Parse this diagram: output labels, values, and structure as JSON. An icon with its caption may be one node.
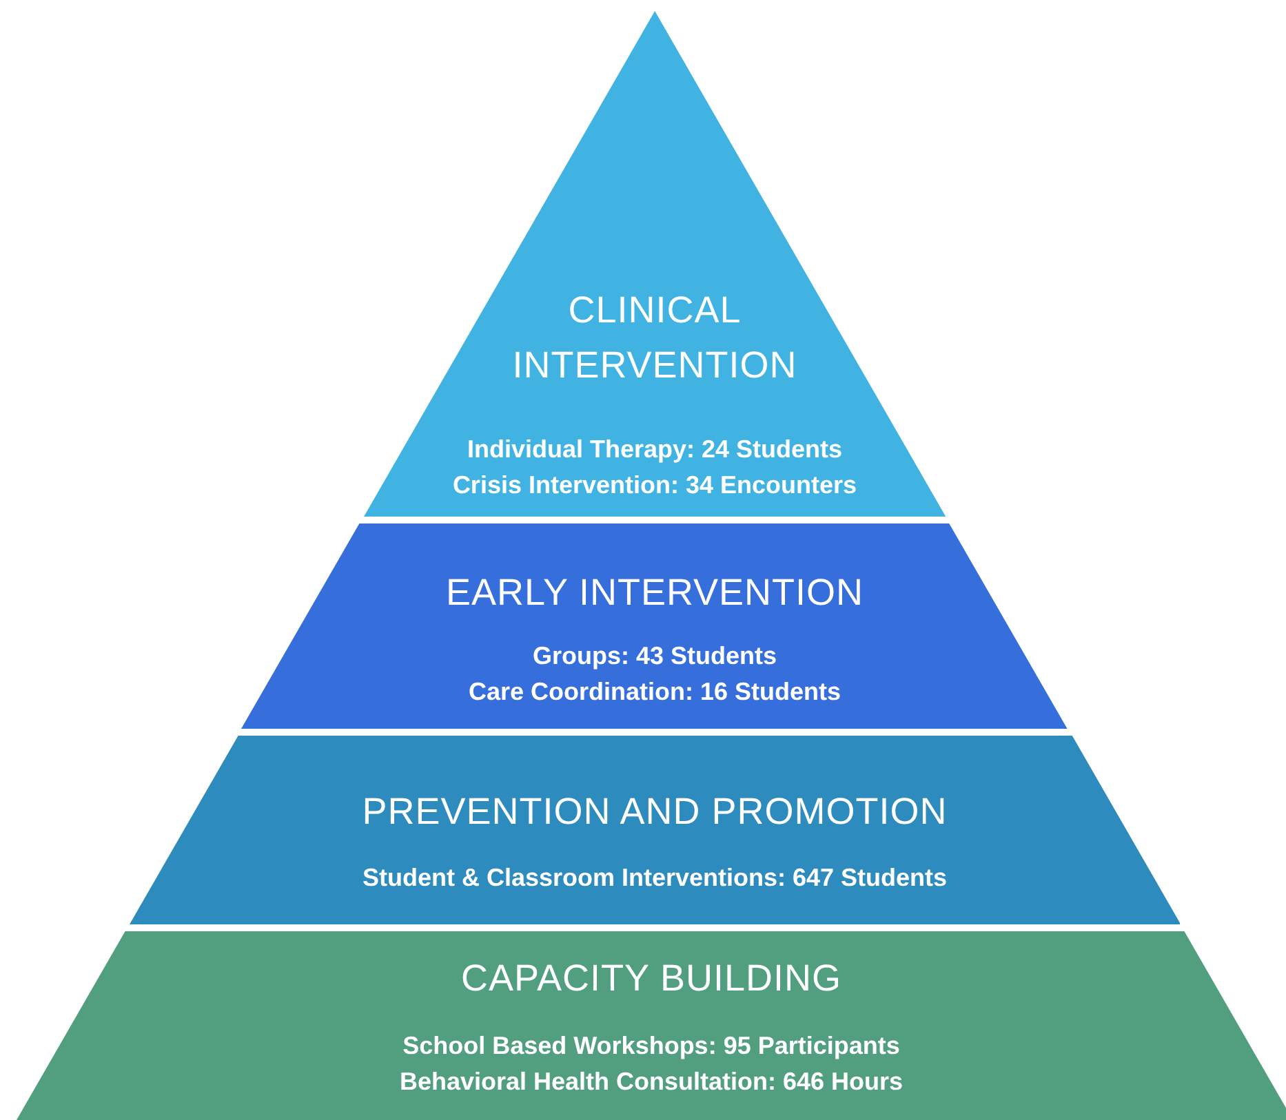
{
  "diagram": {
    "nodes": [
      {
        "text": [
          "CLINICAL INTERVENTION",
          "Individual Therapy: 24 Students",
          "Crisis Intervention: 34 Encounters"
        ]
      },
      {
        "text": [
          "EARLY INTERVENTION",
          "Groups: 43 Students",
          "Care Coordination: 16 Students"
        ]
      },
      {
        "text": [
          "PREVENTION AND PROMOTION",
          "Student & Classroom Interventions: 647 Students"
        ]
      },
      {
        "text": [
          "CAPACITY BUILDING",
          "School Based Workshops: 95 Participants",
          "Behavioral Health Consultation: 646 Hours"
        ]
      }
    ]
  }
}
